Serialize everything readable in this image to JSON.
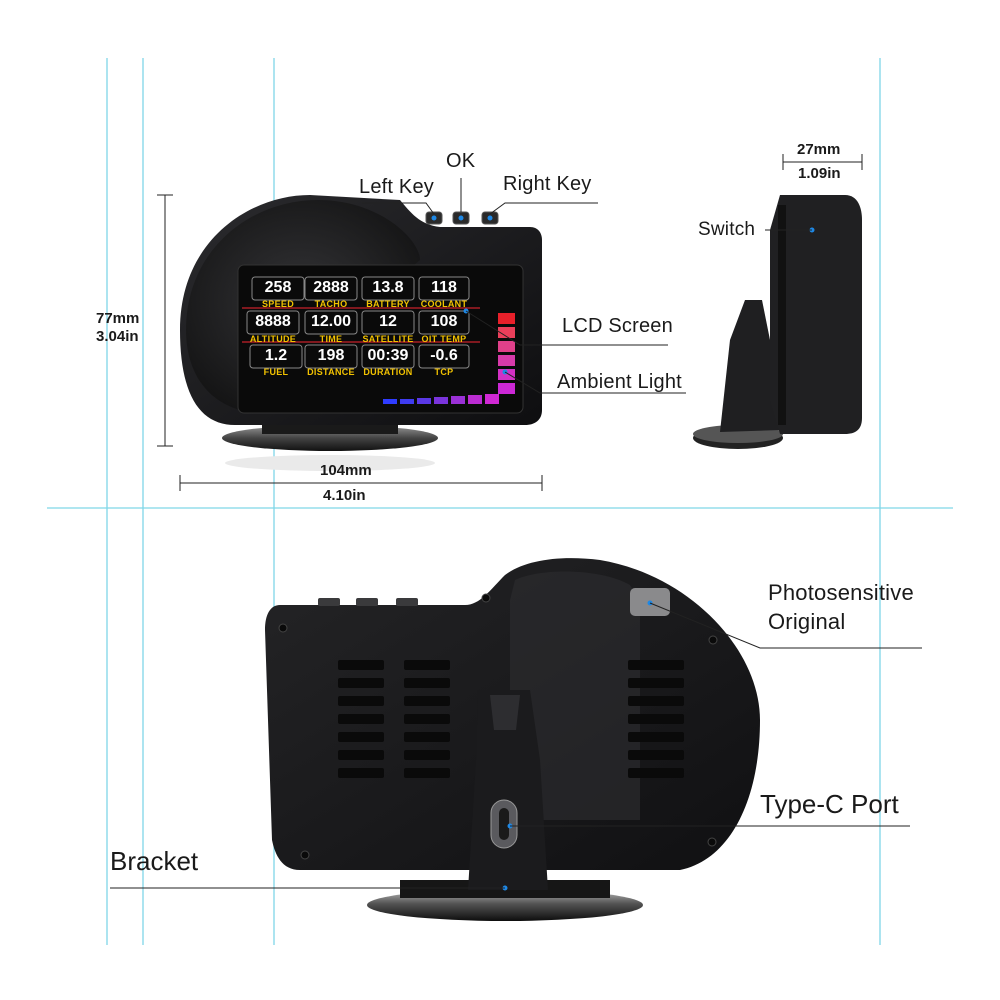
{
  "callouts": {
    "left_key": "Left Key",
    "ok": "OK",
    "right_key": "Right  Key",
    "lcd_screen": "LCD Screen",
    "ambient_light": "Ambient Light",
    "switch": "Switch",
    "photosensitive_line1": "Photosensitive",
    "photosensitive_line2": "Original",
    "type_c_port": "Type-C Port",
    "bracket": "Bracket"
  },
  "dimensions": {
    "height_mm": "77mm",
    "height_in": "3.04in",
    "width_mm": "104mm",
    "width_in": "4.10in",
    "depth_mm": "27mm",
    "depth_in": "1.09in"
  },
  "screen": {
    "rows": [
      [
        {
          "value": "258",
          "caption": "SPEED"
        },
        {
          "value": "2888",
          "caption": "TACHO"
        },
        {
          "value": "13.8",
          "caption": "BATTERY"
        },
        {
          "value": "118",
          "caption": "COOLANT"
        }
      ],
      [
        {
          "value": "8888",
          "caption": "ALTITUDE"
        },
        {
          "value": "12.00",
          "caption": "TIME"
        },
        {
          "value": "12",
          "caption": "SATELLITE"
        },
        {
          "value": "108",
          "caption": "OIT TEMP"
        }
      ],
      [
        {
          "value": "1.2",
          "caption": "FUEL"
        },
        {
          "value": "198",
          "caption": "DISTANCE"
        },
        {
          "value": "00:39",
          "caption": "DURATION"
        },
        {
          "value": "-0.6",
          "caption": "TCP"
        }
      ]
    ]
  },
  "colors": {
    "guide_line": "#7fd6e8",
    "device_body": "#1c1c1e",
    "screen_bg": "#0a0a0a",
    "caption": "#f2c200",
    "ambient_top": "#e8202a",
    "ambient_mid": "#d42fd0",
    "ambient_low": "#2f3cff",
    "dot_accent": "#1e88e5"
  }
}
